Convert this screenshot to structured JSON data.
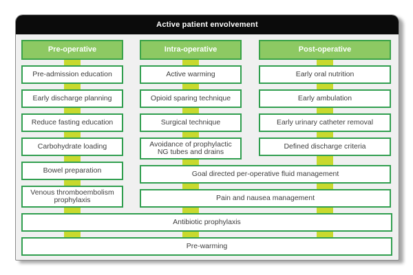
{
  "title": "Active patient envolvement",
  "columns": [
    {
      "header": "Pre-operative",
      "items": [
        "Pre-admission education",
        "Early discharge planning",
        "Reduce fasting education",
        "Carbohydrate loading",
        "Bowel preparation",
        "Venous thromboembolism prophylaxis"
      ]
    },
    {
      "header": "Intra-operative",
      "items": [
        "Active warming",
        "Opioid sparing technique",
        "Surgical technique",
        "Avoidance of prophylactic NG tubes and drains"
      ]
    },
    {
      "header": "Post-operative",
      "items": [
        "Early oral nutrition",
        "Early ambulation",
        "Early urinary catheter removal",
        "Defined discharge criteria"
      ]
    }
  ],
  "shared_mid_right_items": [
    "Goal directed per-operative fluid management",
    "Pain and nausea management"
  ],
  "shared_all_items": [
    "Antibiotic prophylaxis",
    "Pre-warming"
  ],
  "colors": {
    "title_bar": "#0b0b0b",
    "panel_background": "#f0f0f0",
    "phase_header_fill": "#8dc963",
    "phase_header_border": "#3aa348",
    "item_box_border": "#2f9e4e",
    "connector": "#c8d92e",
    "text": "#3d3d3d"
  }
}
